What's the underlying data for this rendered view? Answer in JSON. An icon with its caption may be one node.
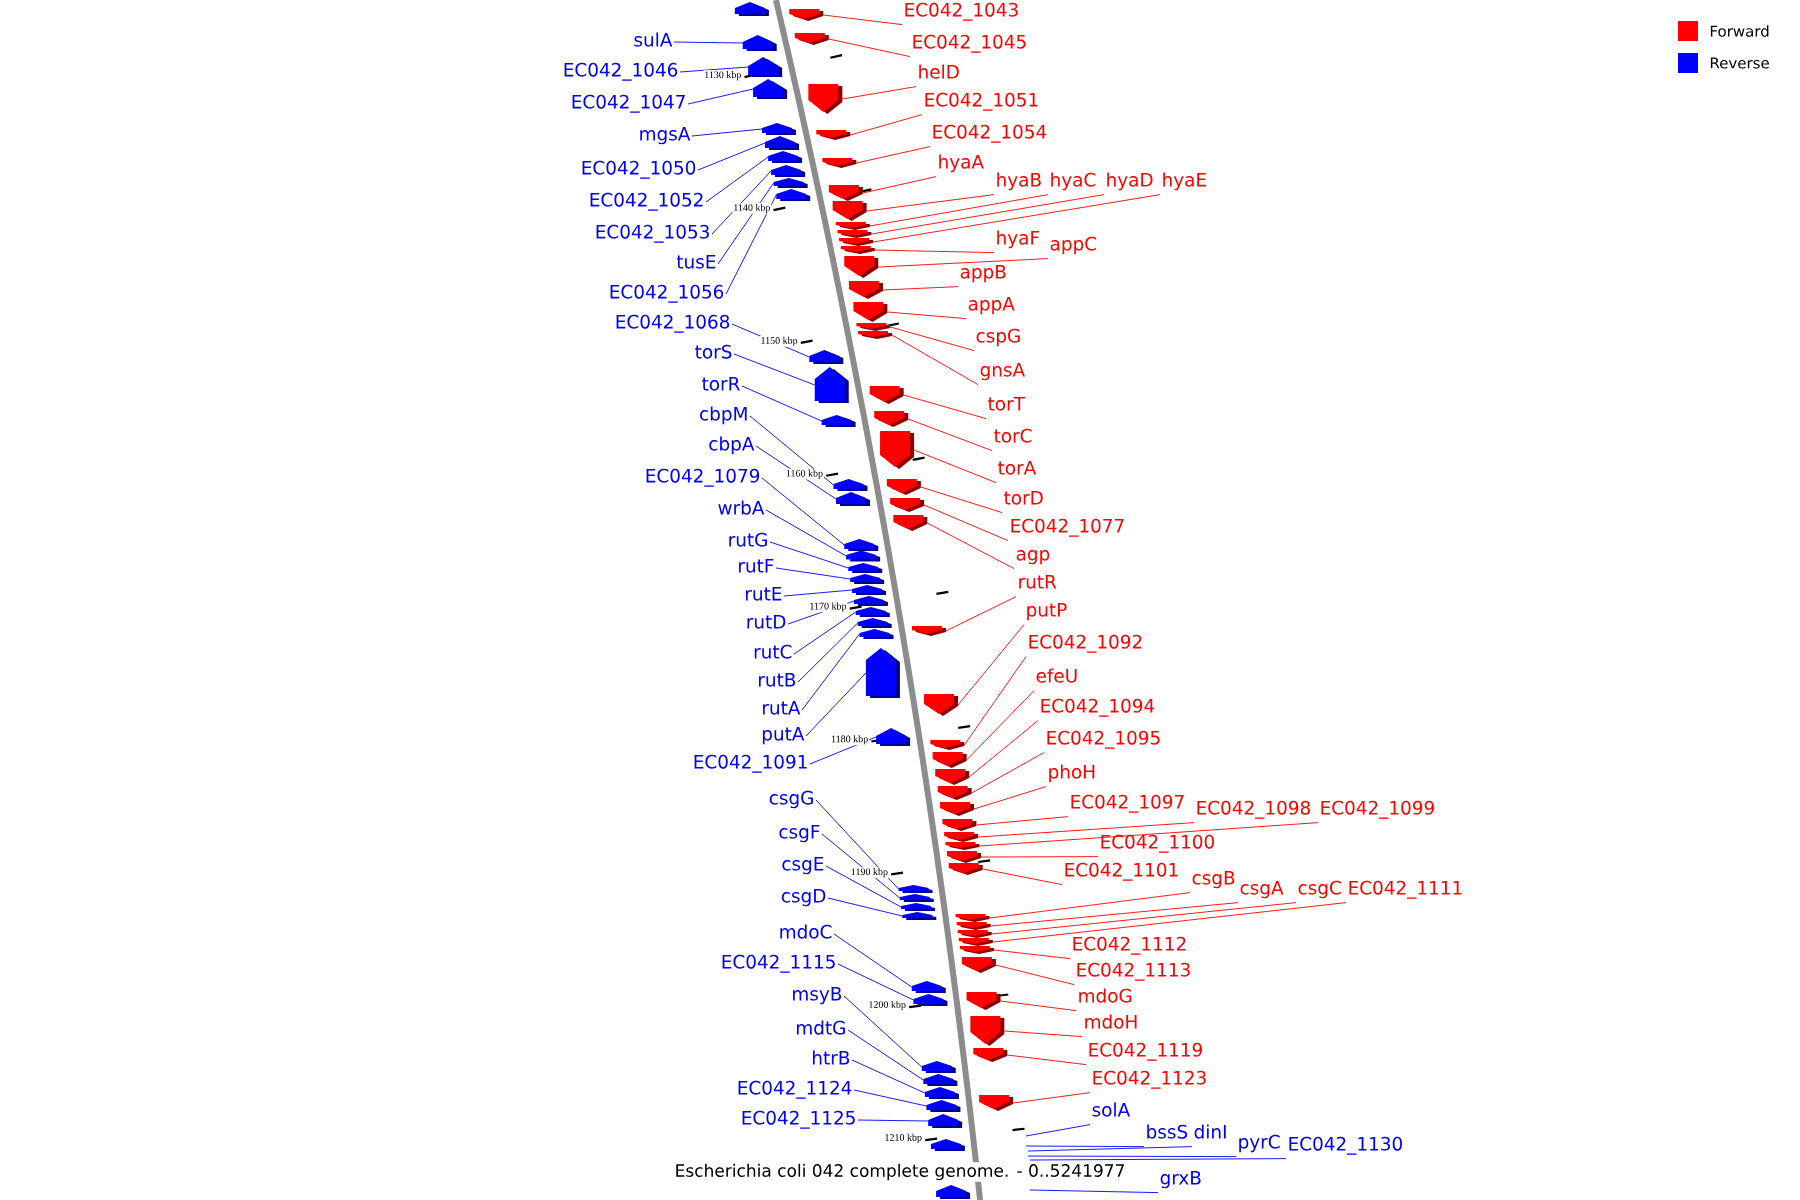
{
  "diagram": {
    "caption": "Escherichia coli 042 complete genome. - 0..5241977",
    "nodes": [
      {
        "text": [
          "sulA"
        ]
      },
      {
        "text": [
          "EC042_1046"
        ]
      },
      {
        "text": [
          "EC042_1047"
        ]
      },
      {
        "text": [
          "mgsA"
        ]
      },
      {
        "text": [
          "EC042_1050"
        ]
      },
      {
        "text": [
          "EC042_1052"
        ]
      },
      {
        "text": [
          "EC042_1053"
        ]
      },
      {
        "text": [
          "tusE"
        ]
      },
      {
        "text": [
          "EC042_1056"
        ]
      },
      {
        "text": [
          "EC042_1068"
        ]
      },
      {
        "text": [
          "torS"
        ]
      },
      {
        "text": [
          "torR"
        ]
      },
      {
        "text": [
          "cbpM"
        ]
      },
      {
        "text": [
          "cbpA"
        ]
      },
      {
        "text": [
          "EC042_1079"
        ]
      },
      {
        "text": [
          "wrbA"
        ]
      },
      {
        "text": [
          "rutG"
        ]
      },
      {
        "text": [
          "rutF"
        ]
      },
      {
        "text": [
          "rutE"
        ]
      },
      {
        "text": [
          "rutD"
        ]
      },
      {
        "text": [
          "rutC"
        ]
      },
      {
        "text": [
          "rutB"
        ]
      },
      {
        "text": [
          "rutA"
        ]
      },
      {
        "text": [
          "putA"
        ]
      },
      {
        "text": [
          "EC042_1091"
        ]
      },
      {
        "text": [
          "csgG"
        ]
      },
      {
        "text": [
          "csgF"
        ]
      },
      {
        "text": [
          "csgE"
        ]
      },
      {
        "text": [
          "csgD"
        ]
      },
      {
        "text": [
          "mdoC"
        ]
      },
      {
        "text": [
          "EC042_1115"
        ]
      },
      {
        "text": [
          "msyB"
        ]
      },
      {
        "text": [
          "mdtG"
        ]
      },
      {
        "text": [
          "htrB"
        ]
      },
      {
        "text": [
          "EC042_1124"
        ]
      },
      {
        "text": [
          "EC042_1125"
        ]
      },
      {
        "text": [
          "EC042_1043"
        ]
      },
      {
        "text": [
          "EC042_1045"
        ]
      },
      {
        "text": [
          "helD"
        ]
      },
      {
        "text": [
          "EC042_1051"
        ]
      },
      {
        "text": [
          "EC042_1054"
        ]
      },
      {
        "text": [
          "hyaA"
        ]
      },
      {
        "text": [
          "hyaB"
        ]
      },
      {
        "text": [
          "hyaC"
        ]
      },
      {
        "text": [
          "hyaD"
        ]
      },
      {
        "text": [
          "hyaE"
        ]
      },
      {
        "text": [
          "hyaF"
        ]
      },
      {
        "text": [
          "appC"
        ]
      },
      {
        "text": [
          "appB"
        ]
      },
      {
        "text": [
          "appA"
        ]
      },
      {
        "text": [
          "cspG"
        ]
      },
      {
        "text": [
          "gnsA"
        ]
      },
      {
        "text": [
          "torT"
        ]
      },
      {
        "text": [
          "torC"
        ]
      },
      {
        "text": [
          "torA"
        ]
      },
      {
        "text": [
          "torD"
        ]
      },
      {
        "text": [
          "EC042_1077"
        ]
      },
      {
        "text": [
          "agp"
        ]
      },
      {
        "text": [
          "rutR"
        ]
      },
      {
        "text": [
          "putP"
        ]
      },
      {
        "text": [
          "EC042_1092"
        ]
      },
      {
        "text": [
          "efeU"
        ]
      },
      {
        "text": [
          "EC042_1094"
        ]
      },
      {
        "text": [
          "EC042_1095"
        ]
      },
      {
        "text": [
          "phoH"
        ]
      },
      {
        "text": [
          "EC042_1097"
        ]
      },
      {
        "text": [
          "EC042_1098"
        ]
      },
      {
        "text": [
          "EC042_1099"
        ]
      },
      {
        "text": [
          "EC042_1100"
        ]
      },
      {
        "text": [
          "EC042_1101"
        ]
      },
      {
        "text": [
          "csgB"
        ]
      },
      {
        "text": [
          "csgA"
        ]
      },
      {
        "text": [
          "csgC"
        ]
      },
      {
        "text": [
          "EC042_1111"
        ]
      },
      {
        "text": [
          "EC042_1112"
        ]
      },
      {
        "text": [
          "EC042_1113"
        ]
      },
      {
        "text": [
          "mdoG"
        ]
      },
      {
        "text": [
          "mdoH"
        ]
      },
      {
        "text": [
          "EC042_1119"
        ]
      },
      {
        "text": [
          "EC042_1123"
        ]
      },
      {
        "text": [
          "solA"
        ]
      },
      {
        "text": [
          "bssS"
        ]
      },
      {
        "text": [
          "dinI"
        ]
      },
      {
        "text": [
          "pyrC"
        ]
      },
      {
        "text": [
          "EC042_1130"
        ]
      },
      {
        "text": [
          "grxB"
        ]
      },
      {
        "text": [],
        "shape": "pentagon"
      },
      {
        "text": [],
        "shape": "pentagon"
      },
      {
        "text": [],
        "shape": "pentagon"
      },
      {
        "text": [],
        "shape": "pentagon"
      },
      {
        "text": [],
        "shape": "pentagon"
      },
      {
        "text": [],
        "shape": "pentagon"
      },
      {
        "text": [],
        "shape": "pentagon"
      },
      {
        "text": [],
        "shape": "pentagon"
      },
      {
        "text": [],
        "shape": "pentagon"
      },
      {
        "text": [],
        "shape": "pentagon"
      },
      {
        "text": [],
        "shape": "pentagon"
      },
      {
        "text": [],
        "shape": "pentagon"
      },
      {
        "text": [],
        "shape": "pentagon"
      },
      {
        "text": [],
        "shape": "pentagon"
      },
      {
        "text": [],
        "shape": "pentagon"
      },
      {
        "text": [],
        "shape": "pentagon"
      },
      {
        "text": [],
        "shape": "pentagon"
      },
      {
        "text": [],
        "shape": "pentagon"
      },
      {
        "text": [],
        "shape": "pentagon"
      },
      {
        "text": [],
        "shape": "pentagon"
      },
      {
        "text": [],
        "shape": "pentagon"
      },
      {
        "text": [],
        "shape": "pentagon"
      },
      {
        "text": [],
        "shape": "pentagon"
      },
      {
        "text": [],
        "shape": "pentagon"
      },
      {
        "text": [],
        "shape": "pentagon"
      },
      {
        "text": [],
        "shape": "pentagon"
      },
      {
        "text": [],
        "shape": "pentagon"
      },
      {
        "text": [],
        "shape": "pentagon"
      },
      {
        "text": [],
        "shape": "pentagon"
      },
      {
        "text": [],
        "shape": "pentagon"
      },
      {
        "text": [],
        "shape": "pentagon"
      },
      {
        "text": [],
        "shape": "pentagon"
      },
      {
        "text": [],
        "shape": "pentagon"
      },
      {
        "text": [],
        "shape": "pentagon"
      },
      {
        "text": [],
        "shape": "pentagon"
      },
      {
        "text": [],
        "shape": "pentagon"
      },
      {
        "text": [],
        "shape": "pentagon"
      },
      {
        "text": [],
        "shape": "pentagon"
      },
      {
        "text": [],
        "shape": "pentagon"
      },
      {
        "text": [],
        "shape": "pentagon"
      },
      {
        "text": [],
        "shape": "pentagon"
      },
      {
        "text": [],
        "shape": "pentagon"
      },
      {
        "text": [],
        "shape": "pentagon"
      },
      {
        "text": [],
        "shape": "pentagon"
      },
      {
        "text": [],
        "shape": "pentagon"
      },
      {
        "text": [],
        "shape": "pentagon"
      },
      {
        "text": [],
        "shape": "pentagon"
      },
      {
        "text": [],
        "shape": "pentagon"
      },
      {
        "text": [],
        "shape": "pentagon"
      },
      {
        "text": [],
        "shape": "pentagon"
      },
      {
        "text": [],
        "shape": "pentagon"
      },
      {
        "text": [],
        "shape": "pentagon"
      },
      {
        "text": [],
        "shape": "pentagon"
      },
      {
        "text": [],
        "shape": "pentagon"
      },
      {
        "text": [],
        "shape": "pentagon"
      },
      {
        "text": [],
        "shape": "pentagon"
      },
      {
        "text": [],
        "shape": "pentagon"
      },
      {
        "text": [],
        "shape": "pentagon"
      },
      {
        "text": [],
        "shape": "pentagon"
      },
      {
        "text": [],
        "shape": "pentagon"
      },
      {
        "text": [],
        "shape": "pentagon"
      },
      {
        "text": [],
        "shape": "pentagon"
      },
      {
        "text": [],
        "shape": "pentagon"
      },
      {
        "text": [],
        "shape": "pentagon"
      },
      {
        "text": [],
        "shape": "pentagon"
      },
      {
        "text": [],
        "shape": "pentagon"
      },
      {
        "text": [],
        "shape": "pentagon"
      },
      {
        "text": [],
        "shape": "pentagon"
      },
      {
        "text": [],
        "shape": "pentagon"
      },
      {
        "text": [],
        "shape": "pentagon"
      },
      {
        "text": [],
        "shape": "pentagon"
      },
      {
        "text": [],
        "shape": "pentagon"
      },
      {
        "text": [],
        "shape": "pentagon"
      },
      {
        "text": [],
        "shape": "pentagon"
      },
      {
        "text": [],
        "shape": "pentagon"
      },
      {
        "text": [],
        "shape": "pentagon"
      },
      {
        "text": [],
        "shape": "pentagon"
      },
      {
        "text": [],
        "shape": "pentagon"
      },
      {
        "text": [],
        "shape": "pentagon"
      },
      {
        "text": [],
        "shape": "pentagon"
      },
      {
        "text": [],
        "shape": "pentagon"
      },
      {
        "text": [],
        "shape": "pentagon"
      },
      {
        "text": [],
        "shape": "pentagon"
      }
    ],
    "edges": [
      {
        "from": 0,
        "to": 87,
        "arrow": "none",
        "color": "#0000ff"
      },
      {
        "from": 1,
        "to": 88,
        "arrow": "none",
        "color": "#0000ff"
      },
      {
        "from": 2,
        "to": 89,
        "arrow": "none",
        "color": "#0000ff"
      },
      {
        "from": 3,
        "to": 90,
        "arrow": "none",
        "color": "#0000ff"
      },
      {
        "from": 4,
        "to": 91,
        "arrow": "none",
        "color": "#0000ff"
      },
      {
        "from": 5,
        "to": 92,
        "arrow": "none",
        "color": "#0000ff"
      },
      {
        "from": 6,
        "to": 93,
        "arrow": "none",
        "color": "#0000ff"
      },
      {
        "from": 7,
        "to": 94,
        "arrow": "none",
        "color": "#0000ff"
      },
      {
        "from": 8,
        "to": 95,
        "arrow": "none",
        "color": "#0000ff"
      },
      {
        "from": 9,
        "to": 96,
        "arrow": "none",
        "color": "#0000ff"
      },
      {
        "from": 10,
        "to": 97,
        "arrow": "none",
        "color": "#0000ff"
      },
      {
        "from": 11,
        "to": 98,
        "arrow": "none",
        "color": "#0000ff"
      },
      {
        "from": 12,
        "to": 99,
        "arrow": "none",
        "color": "#0000ff"
      },
      {
        "from": 13,
        "to": 100,
        "arrow": "none",
        "color": "#0000ff"
      },
      {
        "from": 14,
        "to": 101,
        "arrow": "none",
        "color": "#0000ff"
      },
      {
        "from": 15,
        "to": 102,
        "arrow": "none",
        "color": "#0000ff"
      },
      {
        "from": 16,
        "to": 103,
        "arrow": "none",
        "color": "#0000ff"
      },
      {
        "from": 17,
        "to": 104,
        "arrow": "none",
        "color": "#0000ff"
      },
      {
        "from": 18,
        "to": 105,
        "arrow": "none",
        "color": "#0000ff"
      },
      {
        "from": 19,
        "to": 106,
        "arrow": "none",
        "color": "#0000ff"
      },
      {
        "from": 20,
        "to": 107,
        "arrow": "none",
        "color": "#0000ff"
      },
      {
        "from": 21,
        "to": 108,
        "arrow": "none",
        "color": "#0000ff"
      },
      {
        "from": 22,
        "to": 109,
        "arrow": "none",
        "color": "#0000ff"
      },
      {
        "from": 23,
        "to": 110,
        "arrow": "none",
        "color": "#0000ff"
      },
      {
        "from": 24,
        "to": 111,
        "arrow": "none",
        "color": "#0000ff"
      },
      {
        "from": 25,
        "to": 112,
        "arrow": "none",
        "color": "#0000ff"
      },
      {
        "from": 26,
        "to": 113,
        "arrow": "none",
        "color": "#0000ff"
      },
      {
        "from": 27,
        "to": 114,
        "arrow": "none",
        "color": "#0000ff"
      },
      {
        "from": 28,
        "to": 115,
        "arrow": "none",
        "color": "#0000ff"
      },
      {
        "from": 29,
        "to": 116,
        "arrow": "none",
        "color": "#0000ff"
      },
      {
        "from": 30,
        "to": 117,
        "arrow": "none",
        "color": "#0000ff"
      },
      {
        "from": 31,
        "to": 118,
        "arrow": "none",
        "color": "#0000ff"
      },
      {
        "from": 32,
        "to": 119,
        "arrow": "none",
        "color": "#0000ff"
      },
      {
        "from": 33,
        "to": 120,
        "arrow": "none",
        "color": "#0000ff"
      },
      {
        "from": 34,
        "to": 121,
        "arrow": "none",
        "color": "#0000ff"
      },
      {
        "from": 35,
        "to": 122,
        "arrow": "none",
        "color": "#0000ff"
      },
      {
        "from": 36,
        "to": 125,
        "arrow": "none",
        "color": "#ff0000"
      },
      {
        "from": 37,
        "to": 126,
        "arrow": "none",
        "color": "#ff0000"
      },
      {
        "from": 38,
        "to": 127,
        "arrow": "none",
        "color": "#ff0000"
      },
      {
        "from": 39,
        "to": 128,
        "arrow": "none",
        "color": "#ff0000"
      },
      {
        "from": 40,
        "to": 129,
        "arrow": "none",
        "color": "#ff0000"
      },
      {
        "from": 41,
        "to": 130,
        "arrow": "none",
        "color": "#ff0000"
      },
      {
        "from": 42,
        "to": 131,
        "arrow": "none",
        "color": "#ff0000"
      },
      {
        "from": 43,
        "to": 132,
        "arrow": "none",
        "color": "#ff0000"
      },
      {
        "from": 44,
        "to": 133,
        "arrow": "none",
        "color": "#ff0000"
      },
      {
        "from": 45,
        "to": 134,
        "arrow": "none",
        "color": "#ff0000"
      },
      {
        "from": 46,
        "to": 135,
        "arrow": "none",
        "color": "#ff0000"
      },
      {
        "from": 47,
        "to": 136,
        "arrow": "none",
        "color": "#ff0000"
      },
      {
        "from": 48,
        "to": 137,
        "arrow": "none",
        "color": "#ff0000"
      },
      {
        "from": 49,
        "to": 138,
        "arrow": "none",
        "color": "#ff0000"
      },
      {
        "from": 50,
        "to": 139,
        "arrow": "none",
        "color": "#ff0000"
      },
      {
        "from": 51,
        "to": 140,
        "arrow": "none",
        "color": "#ff0000"
      },
      {
        "from": 52,
        "to": 141,
        "arrow": "none",
        "color": "#ff0000"
      },
      {
        "from": 53,
        "to": 142,
        "arrow": "none",
        "color": "#ff0000"
      },
      {
        "from": 54,
        "to": 143,
        "arrow": "none",
        "color": "#ff0000"
      },
      {
        "from": 55,
        "to": 144,
        "arrow": "none",
        "color": "#ff0000"
      },
      {
        "from": 56,
        "to": 145,
        "arrow": "none",
        "color": "#ff0000"
      },
      {
        "from": 57,
        "to": 146,
        "arrow": "none",
        "color": "#ff0000"
      },
      {
        "from": 58,
        "to": 147,
        "arrow": "none",
        "color": "#ff0000"
      },
      {
        "from": 59,
        "to": 148,
        "arrow": "none",
        "color": "#ff0000"
      },
      {
        "from": 60,
        "to": 149,
        "arrow": "none",
        "color": "#ff0000"
      },
      {
        "from": 61,
        "to": 150,
        "arrow": "none",
        "color": "#ff0000"
      },
      {
        "from": 62,
        "to": 151,
        "arrow": "none",
        "color": "#ff0000"
      },
      {
        "from": 63,
        "to": 152,
        "arrow": "none",
        "color": "#ff0000"
      },
      {
        "from": 64,
        "to": 153,
        "arrow": "none",
        "color": "#ff0000"
      },
      {
        "from": 65,
        "to": 154,
        "arrow": "none",
        "color": "#ff0000"
      },
      {
        "from": 66,
        "to": 155,
        "arrow": "none",
        "color": "#ff0000"
      },
      {
        "from": 67,
        "to": 156,
        "arrow": "none",
        "color": "#ff0000"
      },
      {
        "from": 68,
        "to": 157,
        "arrow": "none",
        "color": "#ff0000"
      },
      {
        "from": 69,
        "to": 158,
        "arrow": "none",
        "color": "#ff0000"
      },
      {
        "from": 70,
        "to": 159,
        "arrow": "none",
        "color": "#ff0000"
      },
      {
        "from": 71,
        "to": 160,
        "arrow": "none",
        "color": "#ff0000"
      },
      {
        "from": 72,
        "to": 161,
        "arrow": "none",
        "color": "#ff0000"
      },
      {
        "from": 73,
        "to": 162,
        "arrow": "none",
        "color": "#ff0000"
      },
      {
        "from": 74,
        "to": 163,
        "arrow": "none",
        "color": "#ff0000"
      },
      {
        "from": 75,
        "to": 164,
        "arrow": "none",
        "color": "#ff0000"
      },
      {
        "from": 76,
        "to": 165,
        "arrow": "none",
        "color": "#ff0000"
      },
      {
        "from": 77,
        "to": 166,
        "arrow": "none",
        "color": "#ff0000"
      },
      {
        "from": 78,
        "to": 167,
        "arrow": "none",
        "color": "#ff0000"
      },
      {
        "from": 79,
        "to": 168,
        "arrow": "none",
        "color": "#ff0000"
      },
      {
        "from": 80,
        "to": null,
        "arrow": "none",
        "color": "#0000ff"
      },
      {
        "from": 81,
        "to": null,
        "arrow": "none",
        "color": "#0000ff"
      },
      {
        "from": 82,
        "to": null,
        "arrow": "none",
        "color": "#0000ff"
      },
      {
        "from": 83,
        "to": null,
        "arrow": "none",
        "color": "#0000ff"
      },
      {
        "from": 84,
        "to": null,
        "arrow": "none",
        "color": "#0000ff"
      },
      {
        "from": 85,
        "to": null,
        "arrow": "none",
        "color": "#0000ff"
      }
    ],
    "labels": [
      "1130 kbp",
      "1140 kbp",
      "1150 kbp",
      "1160 kbp",
      "1170 kbp",
      "1180 kbp",
      "1190 kbp",
      "1200 kbp",
      "1210 kbp"
    ],
    "legend": [
      {
        "text": "Forward",
        "color": "#ff0000"
      },
      {
        "text": "Reverse",
        "color": "#0000ff"
      }
    ]
  }
}
